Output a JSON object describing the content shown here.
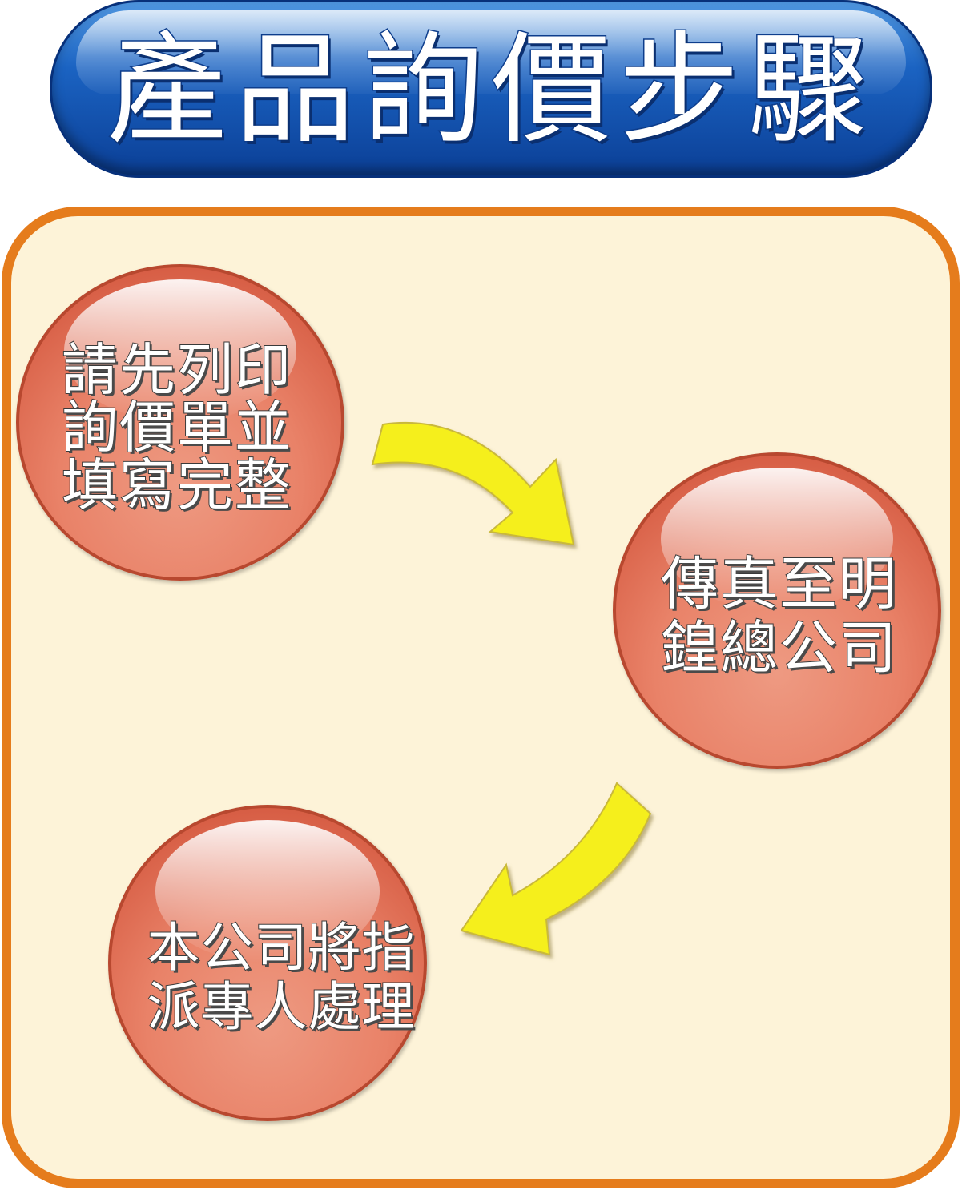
{
  "title": "產品詢價步驟",
  "steps": [
    {
      "text": "請先列印\n詢價單並\n填寫完整"
    },
    {
      "text": "傳真至明\n鍠總公司"
    },
    {
      "text": "本公司將指\n派專人處理"
    }
  ],
  "colors": {
    "title_blue": "#1b63c2",
    "panel_border": "#e57c1c",
    "panel_fill": "#fdf3d8",
    "circle_fill": "#e98268",
    "arrow_yellow": "#f5ef1e"
  }
}
